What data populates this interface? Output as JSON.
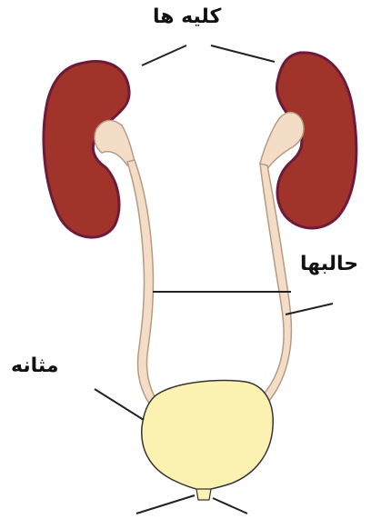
{
  "labels": {
    "kidneys": "کلیه ها",
    "ureters": "حالبها",
    "bladder": "مثانه"
  },
  "colors": {
    "kidney_fill": "#a0342a",
    "kidney_edge": "#6e1a3a",
    "ureter_fill": "#f3ddc6",
    "ureter_edge": "#b89a84",
    "bladder_fill": "#fbf1b0",
    "bladder_edge": "#333333",
    "pointer": "#222222"
  }
}
